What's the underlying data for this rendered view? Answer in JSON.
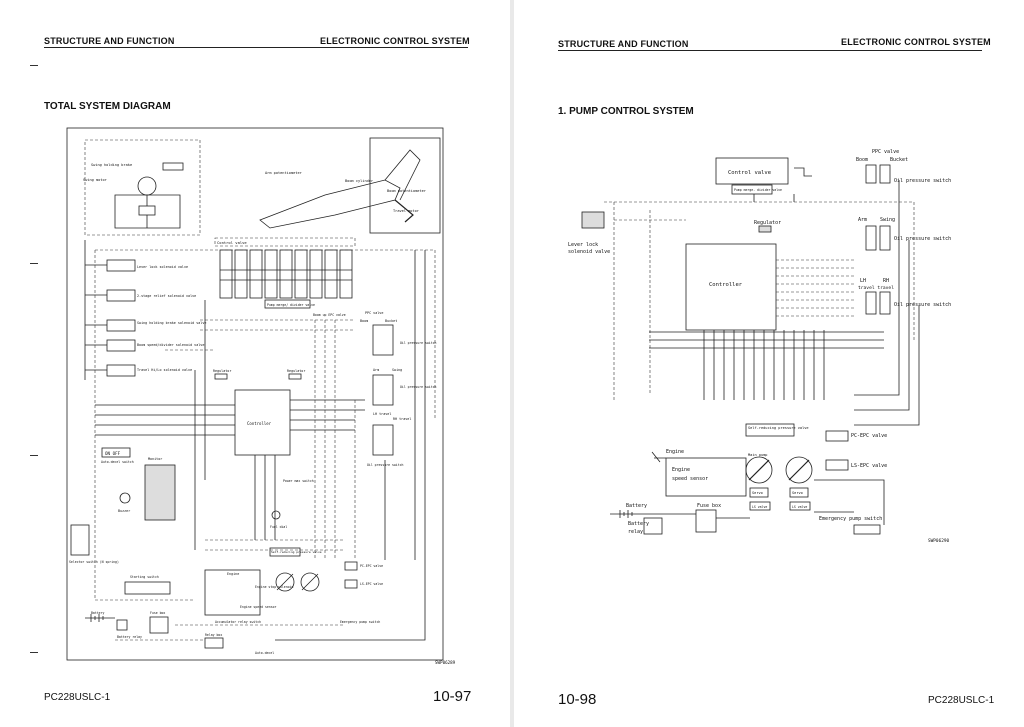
{
  "left_page": {
    "header_left": "STRUCTURE AND FUNCTION",
    "header_right": "ELECTRONIC CONTROL SYSTEM",
    "section_title": "TOTAL SYSTEM DIAGRAM",
    "footer_model": "PC228USLC-1",
    "page_number": "10-97",
    "diagram": {
      "figure_code": "SWP06289",
      "labels": {
        "swing_brake": "Swing holding brake",
        "swing_motor": "Swing motor",
        "arm_potentiometer": "Arm potentiometer",
        "boom_cylinder": "Boom cylinder",
        "boom_potentiometer": "Boom potentiometer",
        "travel_motor": "Travel motor",
        "control_valve": "Control valve",
        "lever_lock": "Lever lock solenoid valve",
        "two_stage_relief": "2-stage relief solenoid valve",
        "swing_holding": "Swing holding brake solenoid valve",
        "boom_speed": "Boom speed/divider solenoid valve",
        "travel_speed": "Travel Hi/Lo solenoid valve",
        "pump_merge": "Pump merge/ divider valve",
        "boom_epc": "Boom up EPC valve",
        "ppc_valve": "PPC valve",
        "boom": "Boom",
        "bucket": "Bucket",
        "oil_pressure_1": "Oil pressure switch",
        "arm": "Arm",
        "swing": "Swing",
        "oil_pressure_2": "Oil pressure switch",
        "lh_travel": "LH travel",
        "rh_travel": "RH travel",
        "oil_pressure_3": "Oil pressure switch",
        "regulator_a": "Regulator",
        "regulator_b": "Regulator",
        "controller": "Controller",
        "on_off": "ON OFF",
        "auto_decel": "Auto-decel switch",
        "monitor": "Monitor",
        "buzzer": "Buzzer",
        "power_max": "Power max switch",
        "fuel_dial": "Fuel dial",
        "selector": "Selector switch (N spring)",
        "starting_switch": "Starting switch",
        "battery": "Battery",
        "fuse_box": "Fuse box",
        "battery_relay": "Battery relay",
        "self_reducing": "Self-reducing pressure valve",
        "engine": "Engine",
        "engine_stop": "Engine stop solenoid",
        "engine_speed": "Engine speed sensor",
        "pc_epc": "PC-EPC valve",
        "ls_epc": "LS-EPC valve",
        "emergency": "Emergency pump switch",
        "accumulator": "Accumulator relay switch",
        "relay_box": "Relay box",
        "auto_decel_2": "Auto-decel"
      }
    }
  },
  "right_page": {
    "header_left": "STRUCTURE AND FUNCTION",
    "header_right": "ELECTRONIC CONTROL SYSTEM",
    "section_title": "1.  PUMP CONTROL SYSTEM",
    "footer_model": "PC228USLC-1",
    "page_number": "10-98",
    "diagram": {
      "figure_code": "SWP06290",
      "labels": {
        "ppc_valve": "PPC valve",
        "boom": "Boom",
        "bucket": "Bucket",
        "control_valve": "Control valve",
        "pump_merge": "Pump merge- divider valve",
        "oil_pressure_1": "Oil pressure switch",
        "arm": "Arm",
        "swing": "Swing",
        "oil_pressure_2": "Oil pressure switch",
        "regulator": "Regulator",
        "lever_lock_1": "Lever lock",
        "lever_lock_2": "solenoid valve",
        "controller": "Controller",
        "lh": "LH",
        "rh": "RH",
        "travel_travel": "travel travel",
        "oil_pressure_3": "Oil pressure switch",
        "self_reducing": "Self-reducing pressure valve",
        "pc_epc": "PC-EPC valve",
        "engine": "Engine",
        "main_pump": "Main pump",
        "engine_speed_1": "Engine",
        "engine_speed_2": "speed sensor",
        "ls_epc": "LS-EPC valve",
        "servo_a": "Servo",
        "servo_b": "Servo",
        "ls_valve_a": "LS valve",
        "ls_valve_b": "LS valve",
        "battery": "Battery",
        "battery_relay_1": "Battery",
        "battery_relay_2": "relay",
        "fuse_box": "Fuse box",
        "emergency": "Emergency pump switch"
      }
    }
  }
}
